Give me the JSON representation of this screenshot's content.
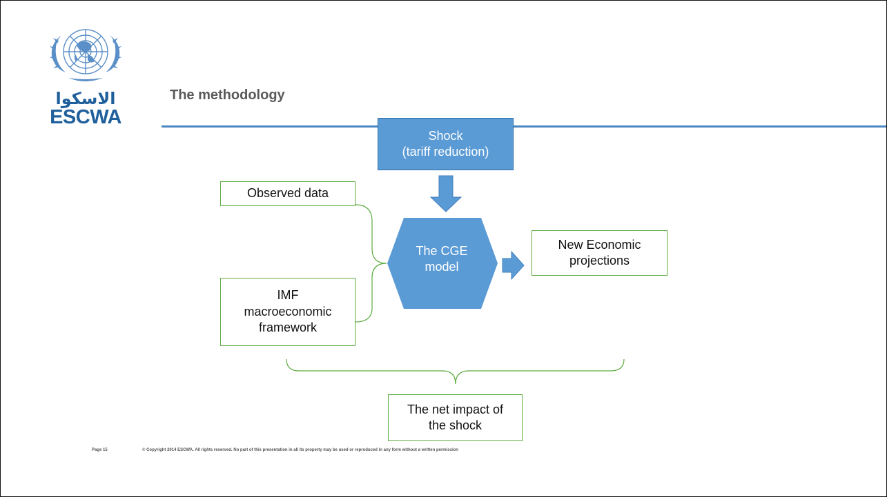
{
  "logo": {
    "arabic": "الاسكوا",
    "english": "ESCWA"
  },
  "title": "The methodology",
  "diagram": {
    "shock": [
      "Shock",
      "(tariff reduction)"
    ],
    "observed": "Observed data",
    "imf": [
      "IMF",
      "macroeconomic",
      "framework"
    ],
    "cge": [
      "The CGE",
      "model"
    ],
    "projections": [
      "New Economic",
      "projections"
    ],
    "impact": [
      "The net impact of",
      "the shock"
    ]
  },
  "colors": {
    "accent": "#5b9bd5",
    "box_border": "#5cab3f",
    "rule": "#4a86c0"
  },
  "footer": {
    "page": "Page 15",
    "copyright": "© Copyright 2014 ESCWA. All rights reserved. No part of this presentation in all its property may be used or reproduced in any form without a written permission"
  }
}
